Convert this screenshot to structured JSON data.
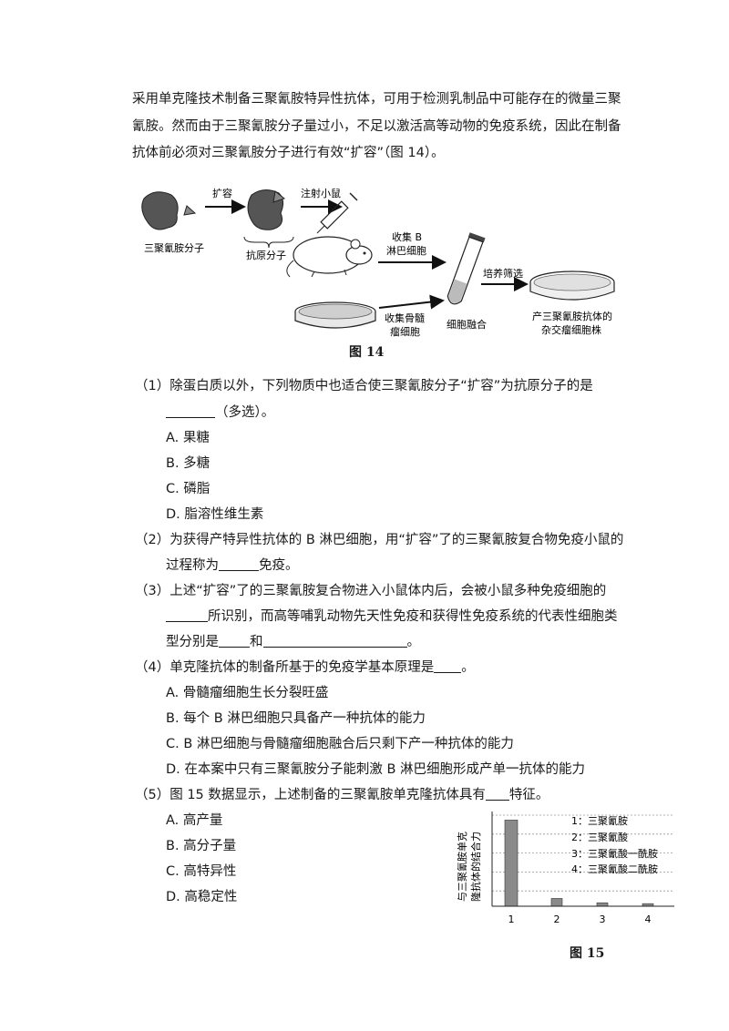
{
  "intro": {
    "line1": "采用单克隆技术制备三聚氰胺特异性抗体，可用于检测乳制品中可能存在的微量三聚",
    "line2": "氰胺。然而由于三聚氰胺分子量过小，不足以激活高等动物的免疫系统，因此在制备",
    "line3": "抗体前必须对三聚氰胺分子进行有效“扩容”（图 14）。"
  },
  "fig14": {
    "caption": "图 14",
    "labels": {
      "melamine": "三聚氰胺分子",
      "expand": "扩容",
      "antigen": "抗原分子",
      "inject": "注射小鼠",
      "collect_b_1": "收集 B",
      "collect_b_2": "淋巴细胞",
      "collect_myeloma_1": "收集骨髓",
      "collect_myeloma_2": "瘤细胞",
      "fusion": "细胞融合",
      "screen": "培养筛选",
      "hybridoma_1": "产三聚氰胺抗体的",
      "hybridoma_2": "杂交瘤细胞株"
    }
  },
  "q1": {
    "line1": "（1）除蛋白质以外，下列物质中也适合使三聚氰胺分子“扩容”为抗原分子的是",
    "line2_suffix": "（多选）。",
    "options": [
      "A. 果糖",
      "B. 多糖",
      "C. 磷脂",
      "D. 脂溶性维生素"
    ]
  },
  "q2": {
    "line1": "（2）为获得产特异性抗体的 B 淋巴细胞，用“扩容”了的三聚氰胺复合物免疫小鼠的",
    "line2_prefix": "过程称为",
    "line2_suffix": "免疫。"
  },
  "q3": {
    "line1": "（3）上述“扩容”了的三聚氰胺复合物进入小鼠体内后，会被小鼠多种免疫细胞的",
    "line2_suffix": "所识别，而高等哺乳动物先天性免疫和获得性免疫系统的代表性细胞类",
    "line3_prefix": "型分别是",
    "line3_mid": "和",
    "line3_suffix": "。"
  },
  "q4": {
    "line1": "（4）单克隆抗体的制备所基于的免疫学基本原理是",
    "line1_suffix": "。",
    "options": [
      "A. 骨髓瘤细胞生长分裂旺盛",
      "B. 每个 B 淋巴细胞只具备产一种抗体的能力",
      "C. B 淋巴细胞与骨髓瘤细胞融合后只剩下产一种抗体的能力",
      "D. 在本案中只有三聚氰胺分子能刺激 B 淋巴细胞形成产单一抗体的能力"
    ]
  },
  "q5": {
    "line1": "（5）图 15 数据显示，上述制备的三聚氰胺单克隆抗体具有",
    "line1_suffix": "特征。",
    "options": [
      "A. 高产量",
      "B. 高分子量",
      "C. 高特异性",
      "D. 高稳定性"
    ]
  },
  "fig15": {
    "caption": "图 15",
    "ylabel_1": "与三聚氰胺单克",
    "ylabel_2": "隆抗体的结合力",
    "legend": [
      "1：三聚氰胺",
      "2：三聚氰酸",
      "3：三聚氰酸一酰胺",
      "4：三聚氰酸二酰胺"
    ]
  },
  "chart_data": {
    "type": "bar",
    "categories": [
      "1",
      "2",
      "3",
      "4"
    ],
    "values": [
      100,
      9,
      4,
      3
    ],
    "ylabel": "与三聚氰胺单克隆抗体的结合力",
    "xlabel": "",
    "ylim": [
      0,
      110
    ],
    "grid": true,
    "legend_position": "top-right",
    "bar_color": "#8a8a8a"
  }
}
